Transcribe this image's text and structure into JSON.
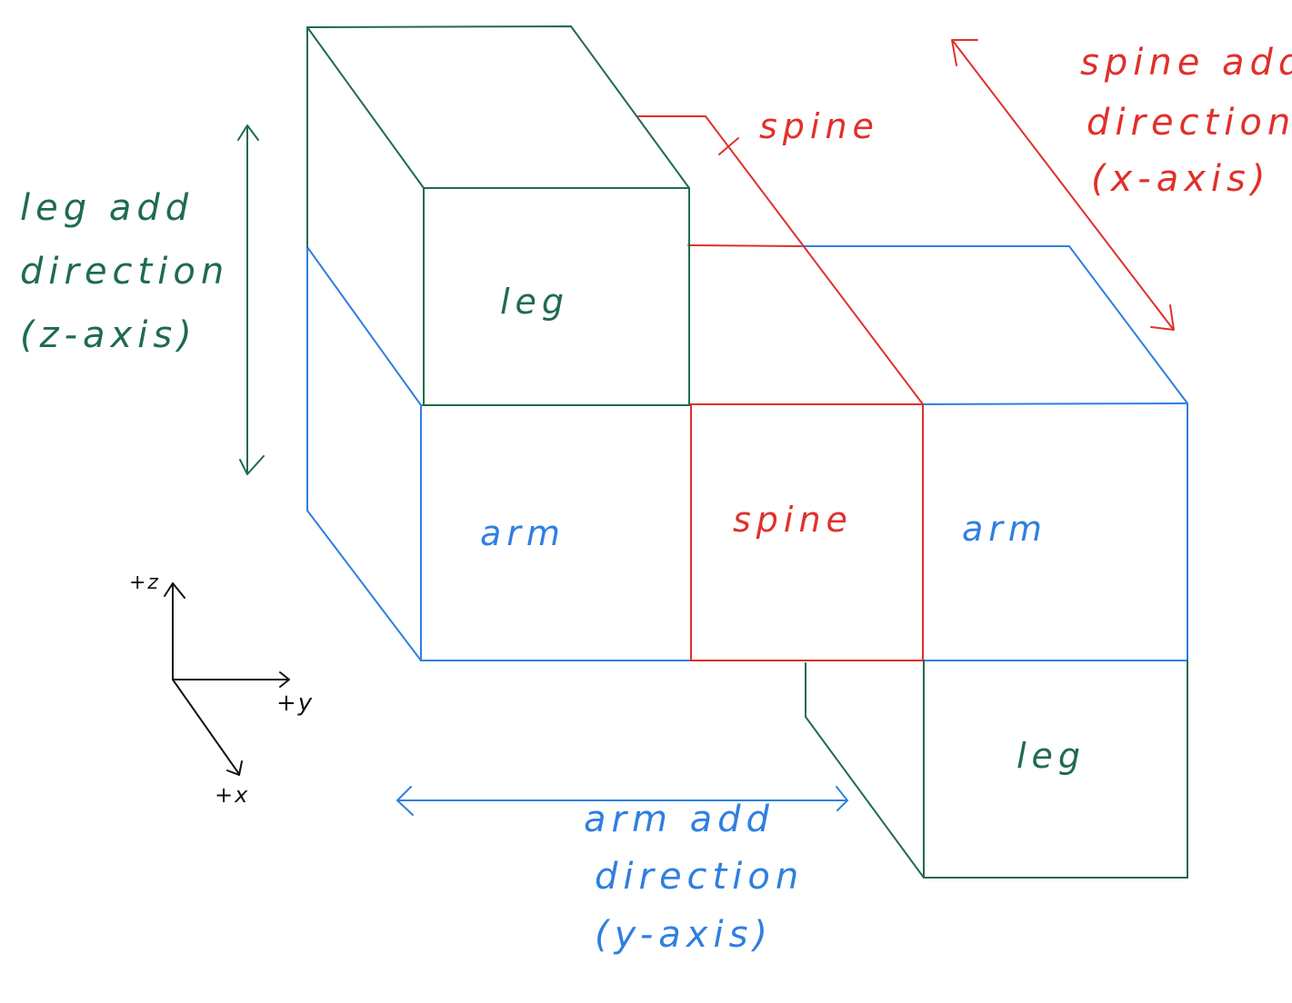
{
  "colors": {
    "leg": "#1f6b4e",
    "arm": "#2f7fe0",
    "spine": "#e0302a",
    "axes": "#111111"
  },
  "labels": {
    "leg_top": "leg",
    "leg_bottom": "leg",
    "arm_left": "arm",
    "arm_right": "arm",
    "spine_front": "spine",
    "spine_callout": "spine"
  },
  "directions": {
    "leg": [
      "leg add",
      "direction",
      "(z-axis)"
    ],
    "spine": [
      "spine add",
      "direction",
      "(x-axis)"
    ],
    "arm": [
      "arm add",
      "direction",
      "(y-axis)"
    ]
  },
  "axes": {
    "z": "+z",
    "y": "+y",
    "x": "+x"
  }
}
